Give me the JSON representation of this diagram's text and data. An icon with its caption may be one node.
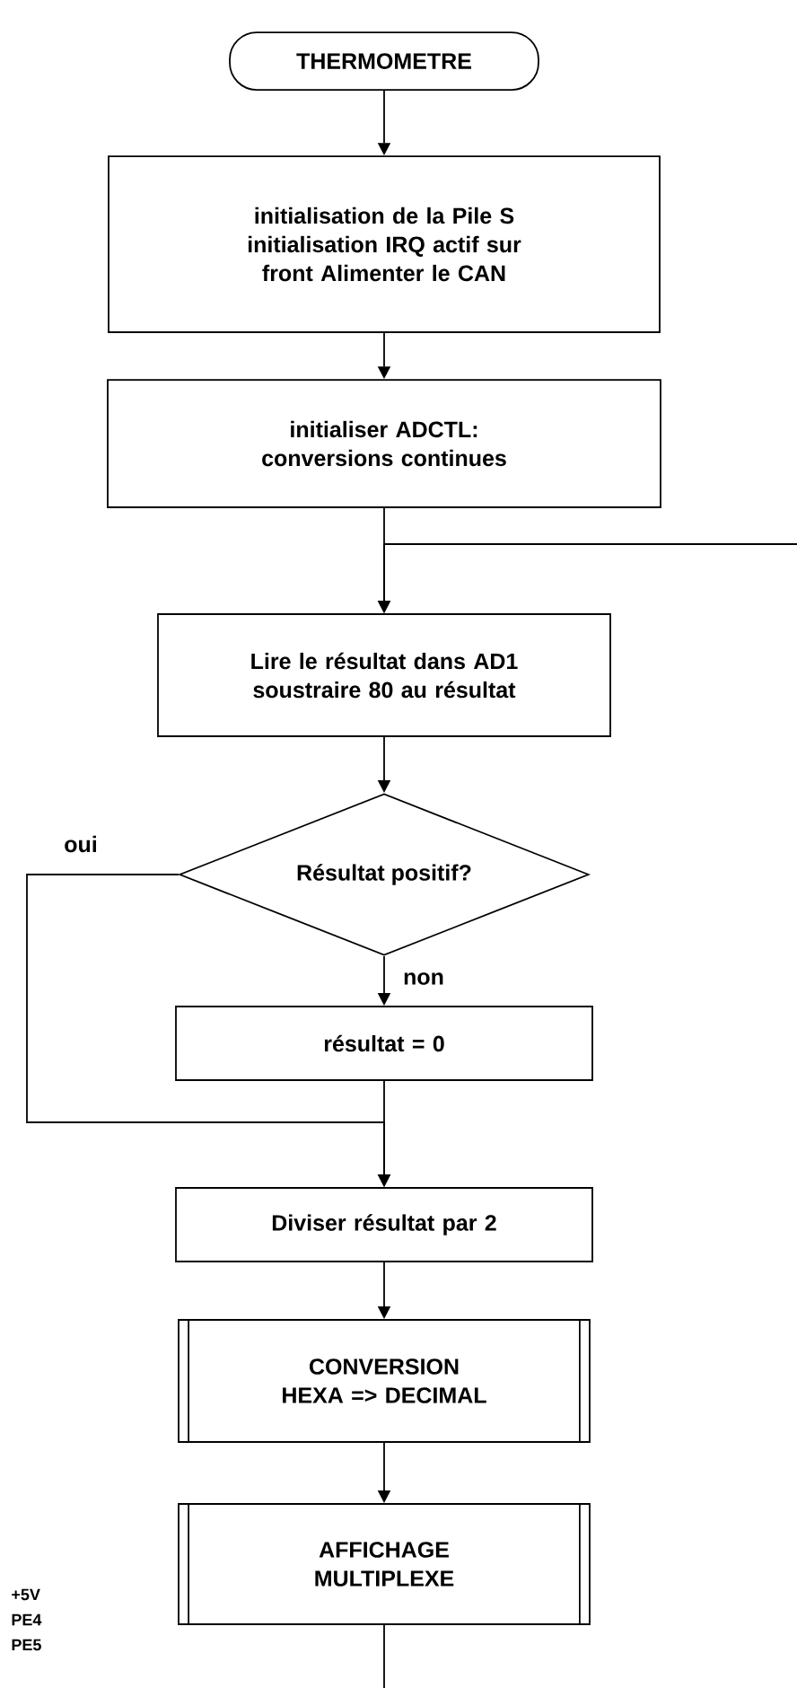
{
  "diagram": {
    "nodes": [
      {
        "text": [
          "THERMOMETRE"
        ]
      },
      {
        "text": [
          "initialisation de la Pile S initialisation IRQ actif sur front Alimenter le CAN"
        ]
      },
      {
        "text": [
          "initialiser ADCTL: conversions continues"
        ]
      },
      {
        "text": [
          "Lire le résultat dans AD1 soustraire 80 au résultat"
        ]
      },
      {
        "text": [
          "Résultat positif?"
        ]
      },
      {
        "text": [
          "résultat = 0"
        ]
      },
      {
        "text": [
          "Diviser résultat par 2"
        ]
      },
      {
        "text": [
          "CONVERSION HEXA => DECIMAL"
        ]
      },
      {
        "text": [
          "AFFICHAGE MULTIPLEXE"
        ]
      }
    ],
    "edges": [
      {
        "from": 0,
        "to": 1,
        "arrow": "to"
      },
      {
        "from": 1,
        "to": 2,
        "arrow": "to"
      },
      {
        "from": 2,
        "to": 3,
        "arrow": "to"
      },
      {
        "from": null,
        "to": 3,
        "arrow": "to"
      },
      {
        "from": 3,
        "to": 4,
        "arrow": "to"
      },
      {
        "from": 4,
        "to": 5,
        "arrow": "to",
        "label": "non"
      },
      {
        "from": 4,
        "to": 6,
        "arrow": "to",
        "label": "oui"
      },
      {
        "from": 5,
        "to": 6,
        "arrow": "to"
      },
      {
        "from": 6,
        "to": 7,
        "arrow": "to"
      },
      {
        "from": 7,
        "to": 8,
        "arrow": "to"
      },
      {
        "from": 8,
        "to": null,
        "arrow": "none"
      }
    ],
    "labels": [
      "+5V",
      "PE4",
      "PE5"
    ]
  }
}
